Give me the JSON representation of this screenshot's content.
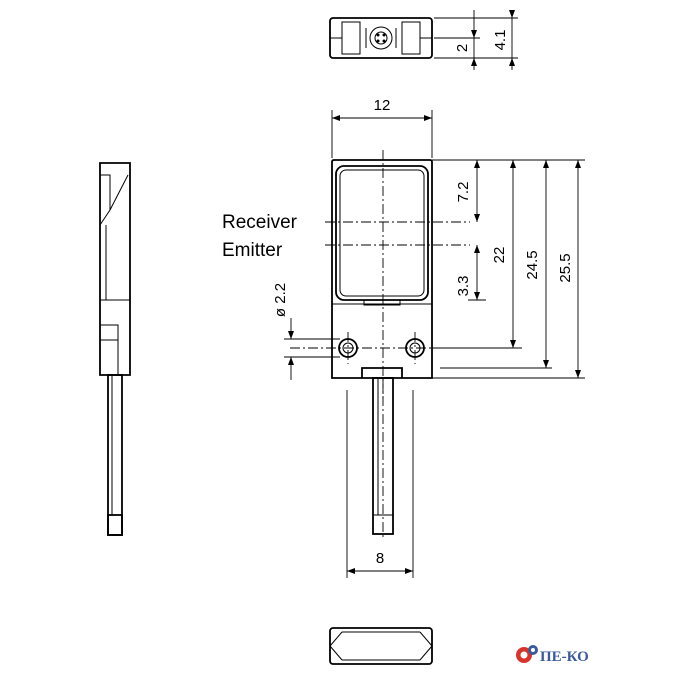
{
  "labels": {
    "receiver": "Receiver",
    "emitter": "Emitter"
  },
  "dimensions": {
    "width_top": "12",
    "cable_width": "8",
    "front_height_small": "2",
    "front_height_total": "4.1",
    "receiver_offset": "7.2",
    "emitter_offset": "3.3",
    "height_22": "22",
    "height_24_5": "24.5",
    "height_25_5": "25.5",
    "hole_diameter": "ø 2.2"
  },
  "logo": {
    "text": "ПЕ-КО",
    "colors": [
      "#d9342b",
      "#3a5a9a"
    ]
  }
}
